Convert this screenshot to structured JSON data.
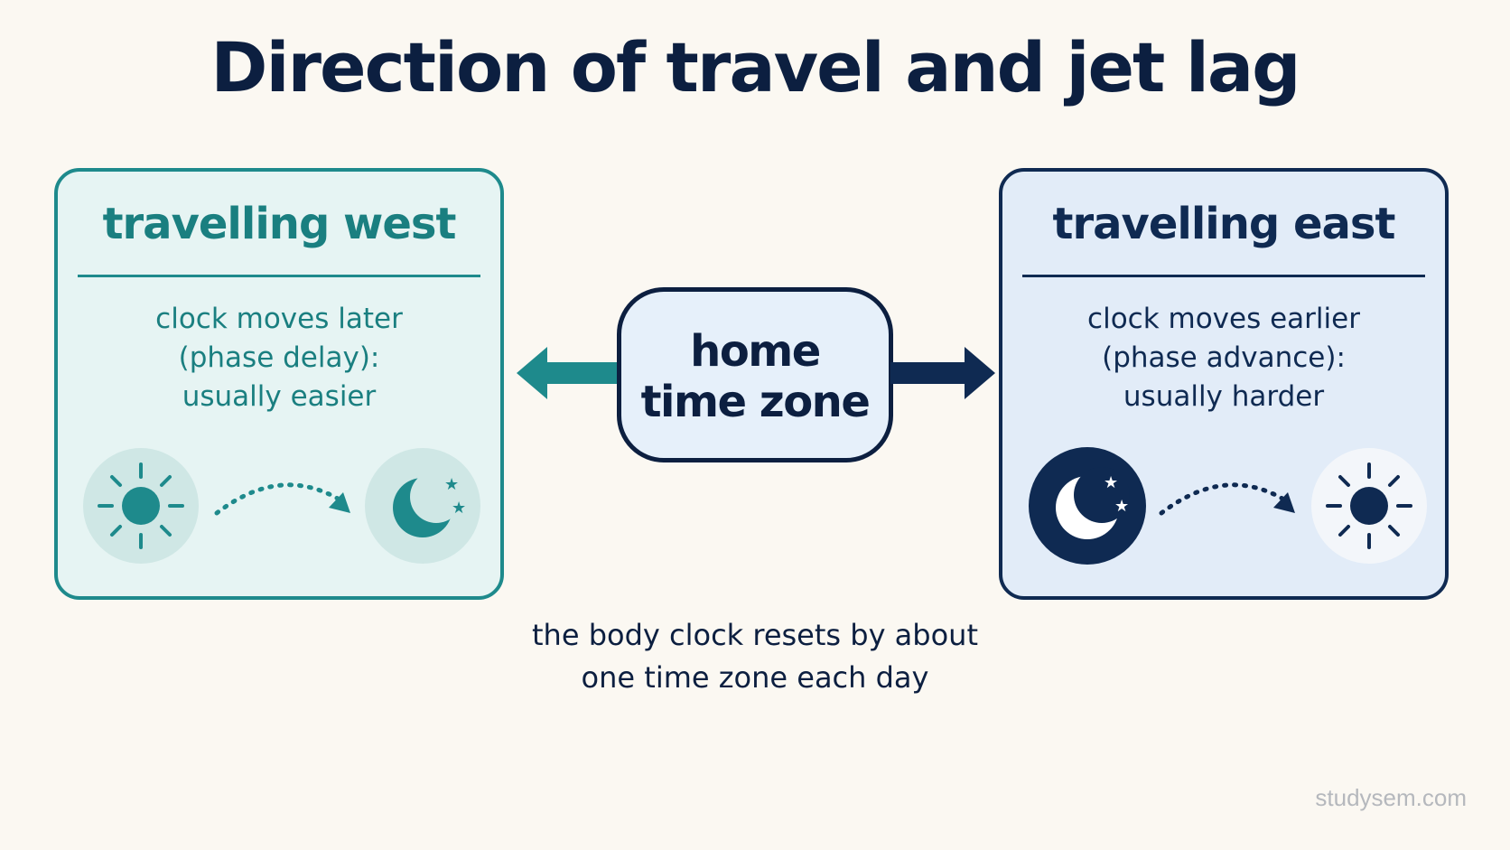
{
  "title": "Direction of travel and jet lag",
  "center": {
    "line1": "home",
    "line2": "time zone"
  },
  "west": {
    "title": "travelling west",
    "desc": [
      "clock moves later",
      "(phase delay):",
      "usually easier"
    ],
    "icons": [
      "sun-icon",
      "dotted-arrow-icon",
      "moon-icon"
    ],
    "color": "#1e8a8c"
  },
  "east": {
    "title": "travelling east",
    "desc": [
      "clock moves earlier",
      "(phase advance):",
      "usually harder"
    ],
    "icons": [
      "moon-icon",
      "dotted-arrow-icon",
      "sun-icon"
    ],
    "color": "#0f2a52"
  },
  "footnote": [
    "the body clock resets by about",
    "one time zone each day"
  ],
  "watermark": "studysem.com"
}
